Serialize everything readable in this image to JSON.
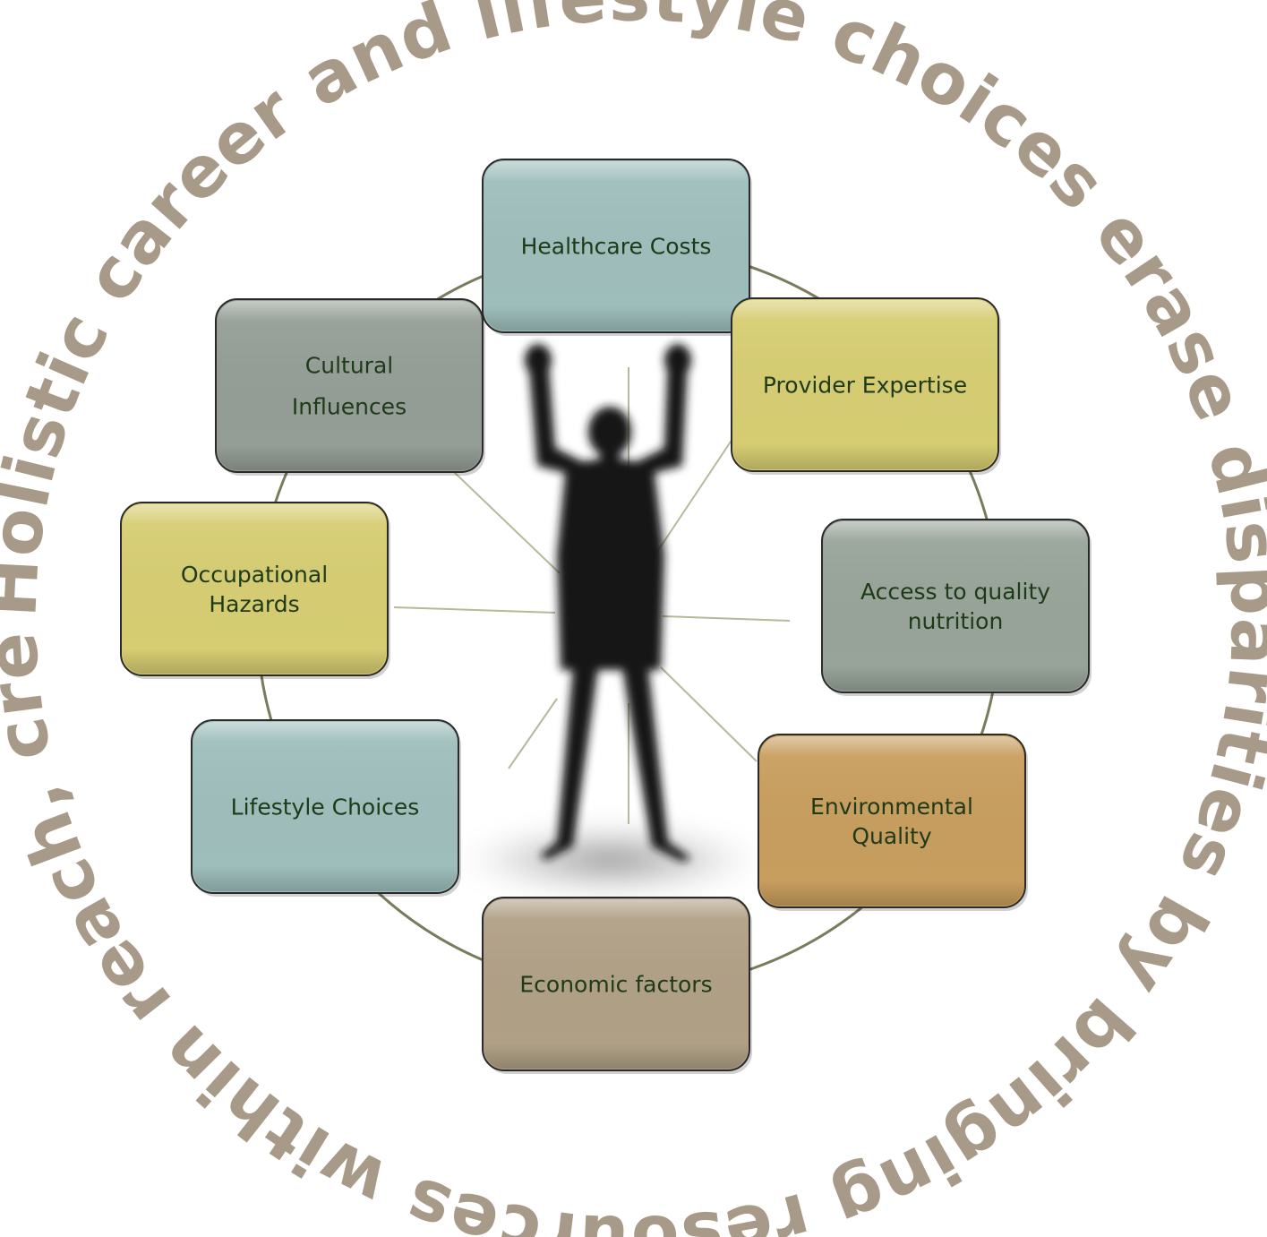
{
  "circular_slogan": "Holistic career and lifestyle choices erase disparities by bringing resources within reach, creating prosperity.",
  "colors": {
    "slogan": "#a89a88",
    "ring": "#7a7a5c",
    "spoke": "#b8b89a",
    "label_text": "#1e3a18",
    "box_border": "#2a2a2a"
  },
  "center_figure": {
    "icon": "person-arms-raised-silhouette-icon"
  },
  "boxes": [
    {
      "id": "healthcare-costs",
      "lines": [
        "Healthcare Costs"
      ],
      "fill": "#9ebebc"
    },
    {
      "id": "provider-expertise",
      "lines": [
        "Provider Expertise"
      ],
      "fill": "#d6cd72"
    },
    {
      "id": "access-nutrition",
      "lines": [
        "Access to quality",
        "nutrition"
      ],
      "fill": "#98a49a"
    },
    {
      "id": "environmental-quality",
      "lines": [
        "Environmental",
        "Quality"
      ],
      "fill": "#c89e5e"
    },
    {
      "id": "economic-factors",
      "lines": [
        "Economic factors"
      ],
      "fill": "#b0a086"
    },
    {
      "id": "lifestyle-choices",
      "lines": [
        "Lifestyle Choices"
      ],
      "fill": "#9ebebc"
    },
    {
      "id": "occupational-hazards",
      "lines": [
        "Occupational",
        "Hazards"
      ],
      "fill": "#d6cd72"
    },
    {
      "id": "cultural-influences",
      "lines": [
        "Cultural",
        "Influences"
      ],
      "fill": "#949e96"
    }
  ]
}
